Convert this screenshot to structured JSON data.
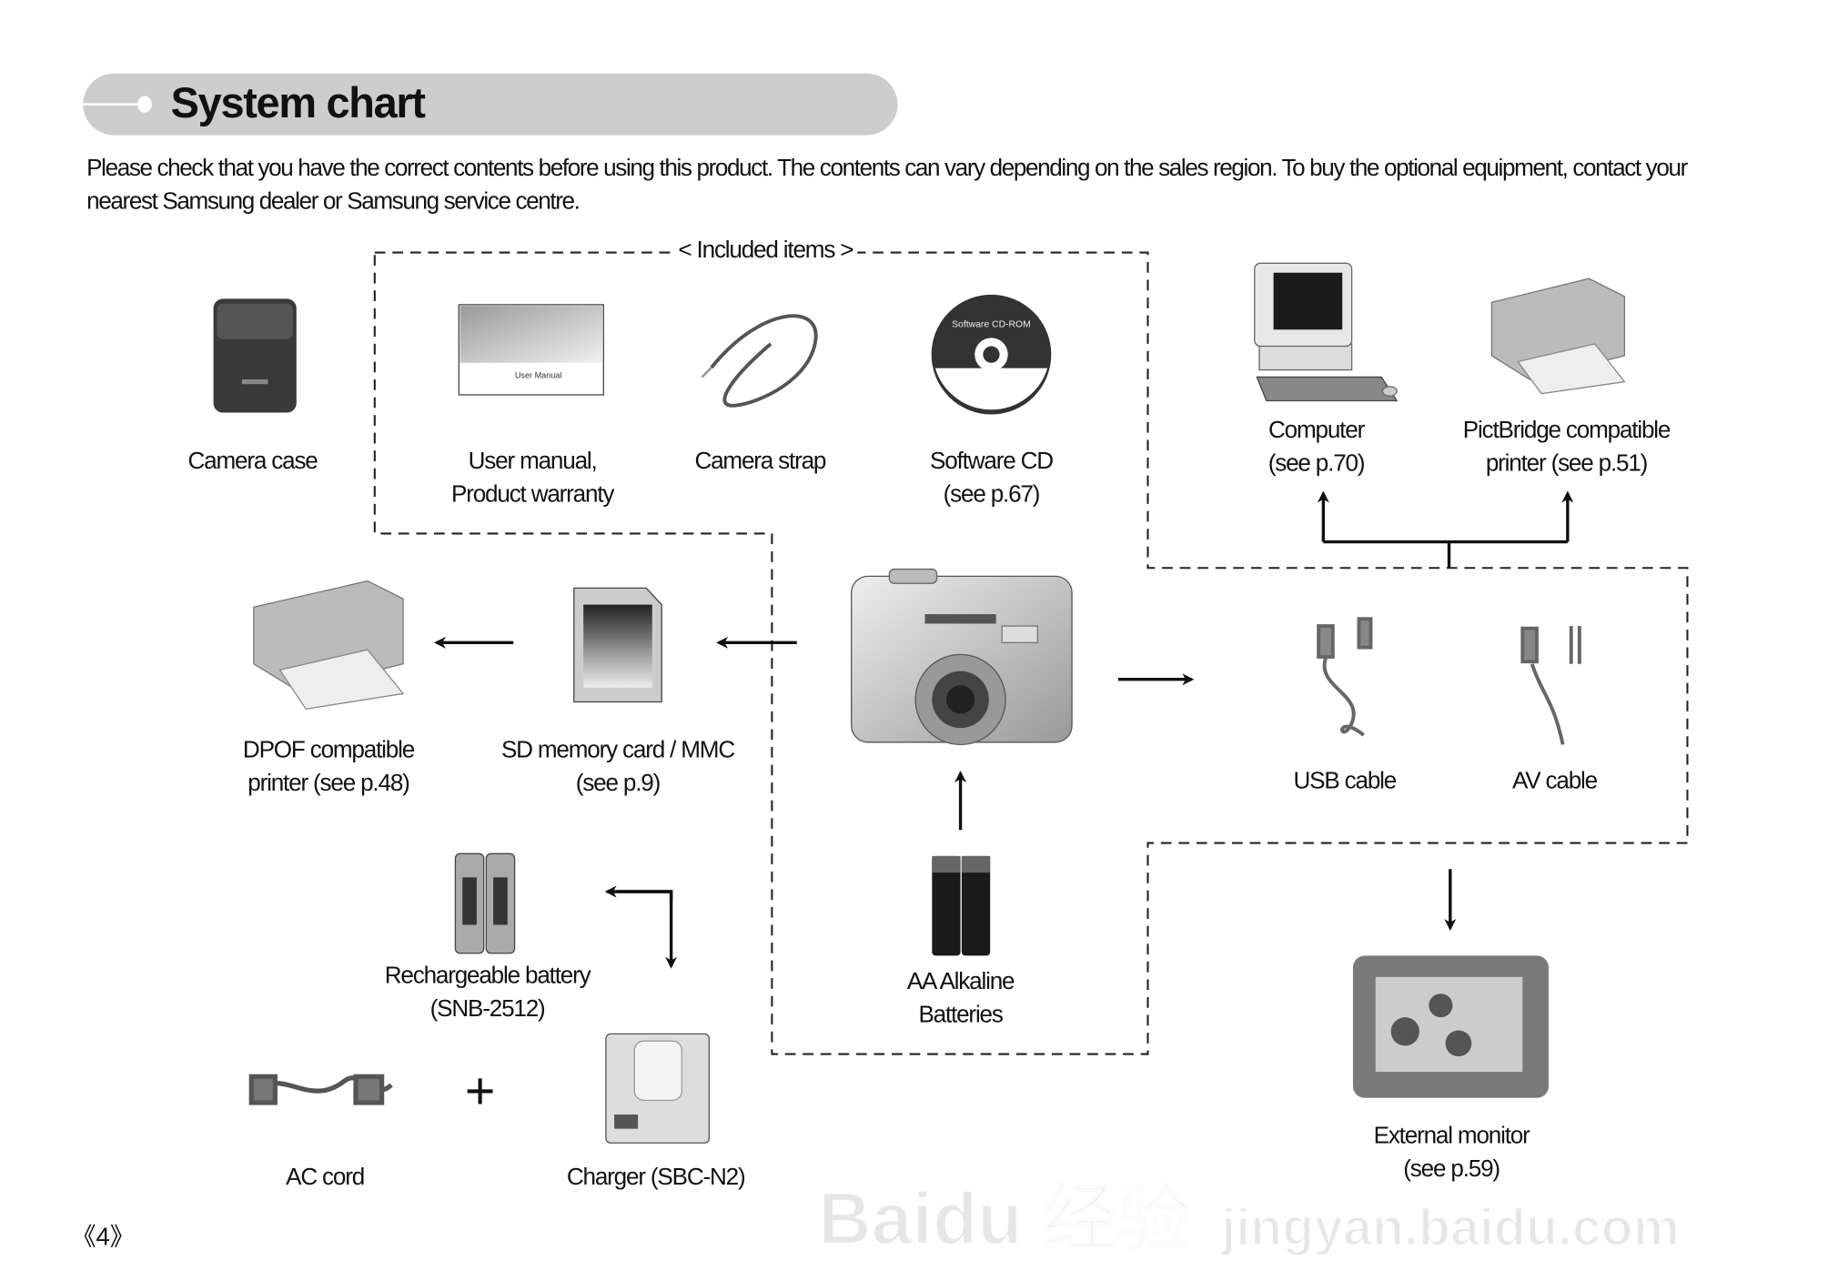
{
  "header": {
    "title": "System chart"
  },
  "intro": {
    "line1": "Please check that you have the correct contents before using this product. The contents can vary depending on the sales region. To buy the optional equipment, contact your",
    "line2": "nearest Samsung dealer or Samsung service centre."
  },
  "included_label": "< Included items >",
  "items": {
    "camera_case": {
      "line1": "Camera case"
    },
    "user_manual": {
      "line1": "User manual,",
      "line2": "Product warranty",
      "cover_text": "User Manual"
    },
    "camera_strap": {
      "line1": "Camera strap"
    },
    "software_cd": {
      "line1": "Software CD",
      "line2": "(see p.67)",
      "disc_text": "Software CD-ROM"
    },
    "computer": {
      "line1": "Computer",
      "line2": "(see p.70)"
    },
    "pictbridge_printer": {
      "line1": "PictBridge compatible",
      "line2": "printer (see p.51)"
    },
    "dpof_printer": {
      "line1": "DPOF compatible",
      "line2": "printer (see p.48)"
    },
    "sd_card": {
      "line1": "SD memory card / MMC",
      "line2": "(see p.9)"
    },
    "usb_cable": {
      "line1": "USB cable"
    },
    "av_cable": {
      "line1": "AV cable"
    },
    "rechargeable_battery": {
      "line1": "Rechargeable battery",
      "line2": "(SNB-2512)"
    },
    "aa_batteries": {
      "line1": "AA Alkaline",
      "line2": "Batteries"
    },
    "ac_cord": {
      "line1": "AC cord"
    },
    "charger": {
      "line1": "Charger (SBC-N2)"
    },
    "external_monitor": {
      "line1": "External monitor",
      "line2": "(see p.59)"
    }
  },
  "plus_sign": "+",
  "page_number": "《4》",
  "watermark": {
    "line1": "Baidu 经验",
    "line2": "jingyan.baidu.com"
  },
  "colors": {
    "pill": "#cdcdcd",
    "text": "#111111"
  }
}
